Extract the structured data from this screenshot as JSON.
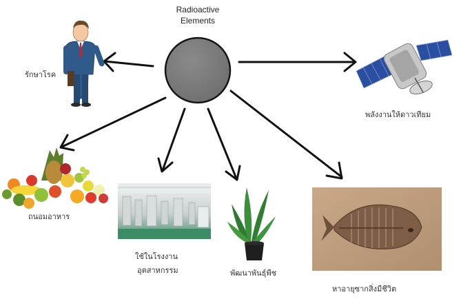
{
  "center": {
    "title_line1": "Radioactive",
    "title_line2": "Elements",
    "fill_color": "#808080"
  },
  "applications": [
    {
      "key": "medicine",
      "label": "รักษาโรค",
      "icon": "doctor-figure"
    },
    {
      "key": "satellite",
      "label": "พลังงานให้ดาวเทียม",
      "icon": "satellite"
    },
    {
      "key": "food",
      "label": "ถนอมอาหาร",
      "icon": "fruit-pile"
    },
    {
      "key": "industry",
      "label_line1": "ใช้ในโรงงาน",
      "label_line2": "อุตสาหกรรม",
      "icon": "factory-interior"
    },
    {
      "key": "plants",
      "label": "พัฒนาพันธุ์พืช",
      "icon": "potted-plant"
    },
    {
      "key": "fossil",
      "label": "หาอายุซากสิ่งมีชีวิต",
      "icon": "fish-fossil"
    }
  ]
}
